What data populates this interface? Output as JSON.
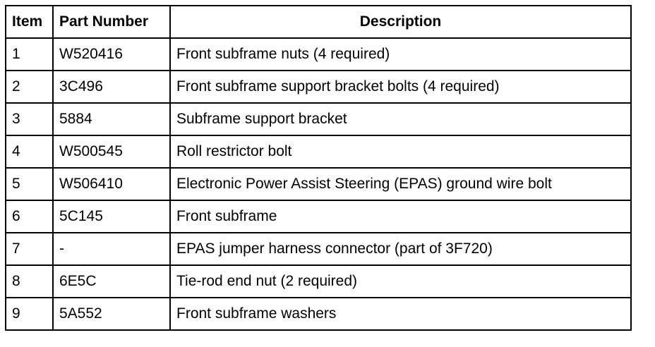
{
  "table": {
    "headers": [
      "Item",
      "Part Number",
      "Description"
    ],
    "rows": [
      [
        "1",
        "W520416",
        "Front subframe nuts (4 required)"
      ],
      [
        "2",
        "3C496",
        "Front subframe support bracket bolts (4 required)"
      ],
      [
        "3",
        "5884",
        "Subframe support bracket"
      ],
      [
        "4",
        "W500545",
        "Roll restrictor bolt"
      ],
      [
        "5",
        "W506410",
        "Electronic Power Assist Steering (EPAS) ground wire bolt"
      ],
      [
        "6",
        "5C145",
        "Front subframe"
      ],
      [
        "7",
        "-",
        "EPAS jumper harness connector (part of 3F720)"
      ],
      [
        "8",
        "6E5C",
        "Tie-rod end nut (2 required)"
      ],
      [
        "9",
        "5A552",
        "Front subframe washers"
      ]
    ]
  }
}
